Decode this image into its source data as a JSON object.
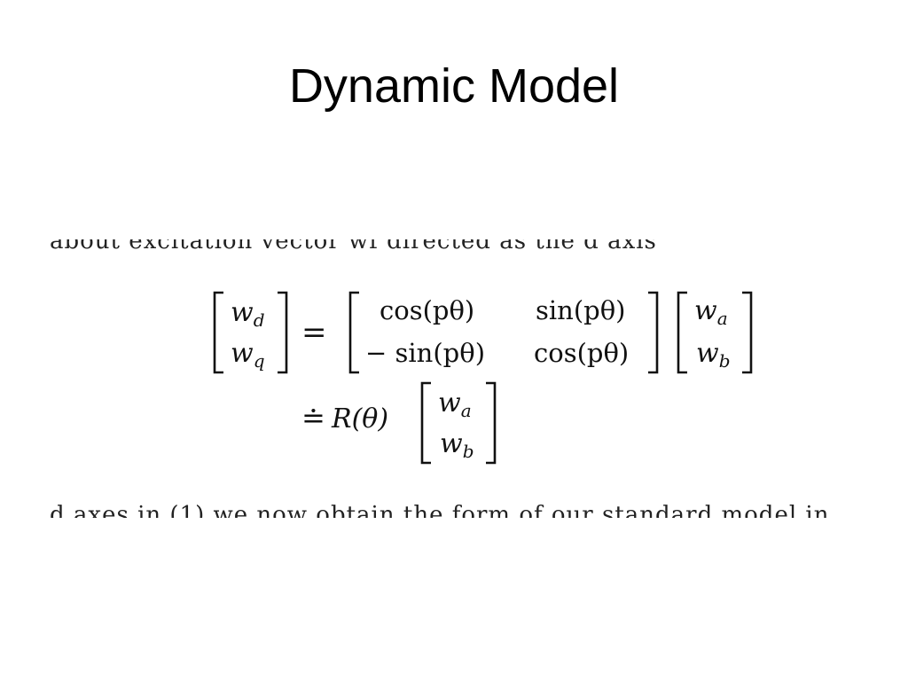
{
  "slide": {
    "title": "Dynamic Model"
  },
  "equation": {
    "lhs": {
      "top": "w_d",
      "bottom": "w_q"
    },
    "eq": "=",
    "rotation": [
      [
        "cos(pθ)",
        "sin(pθ)"
      ],
      [
        "− sin(pθ)",
        "cos(pθ)"
      ]
    ],
    "rhs": {
      "top": "w_a",
      "bottom": "w_b"
    },
    "line2_prefix": "≐",
    "line2_operator": "R(θ)",
    "line2_vector": {
      "top": "w_a",
      "bottom": "w_b"
    }
  },
  "cropped_text": {
    "top": "about excitation vector wf directed as the d axis",
    "bottom": "d axes in (1) we now obtain the form of our standard model in"
  },
  "colors": {
    "background": "#ffffff",
    "text": "#000000"
  }
}
